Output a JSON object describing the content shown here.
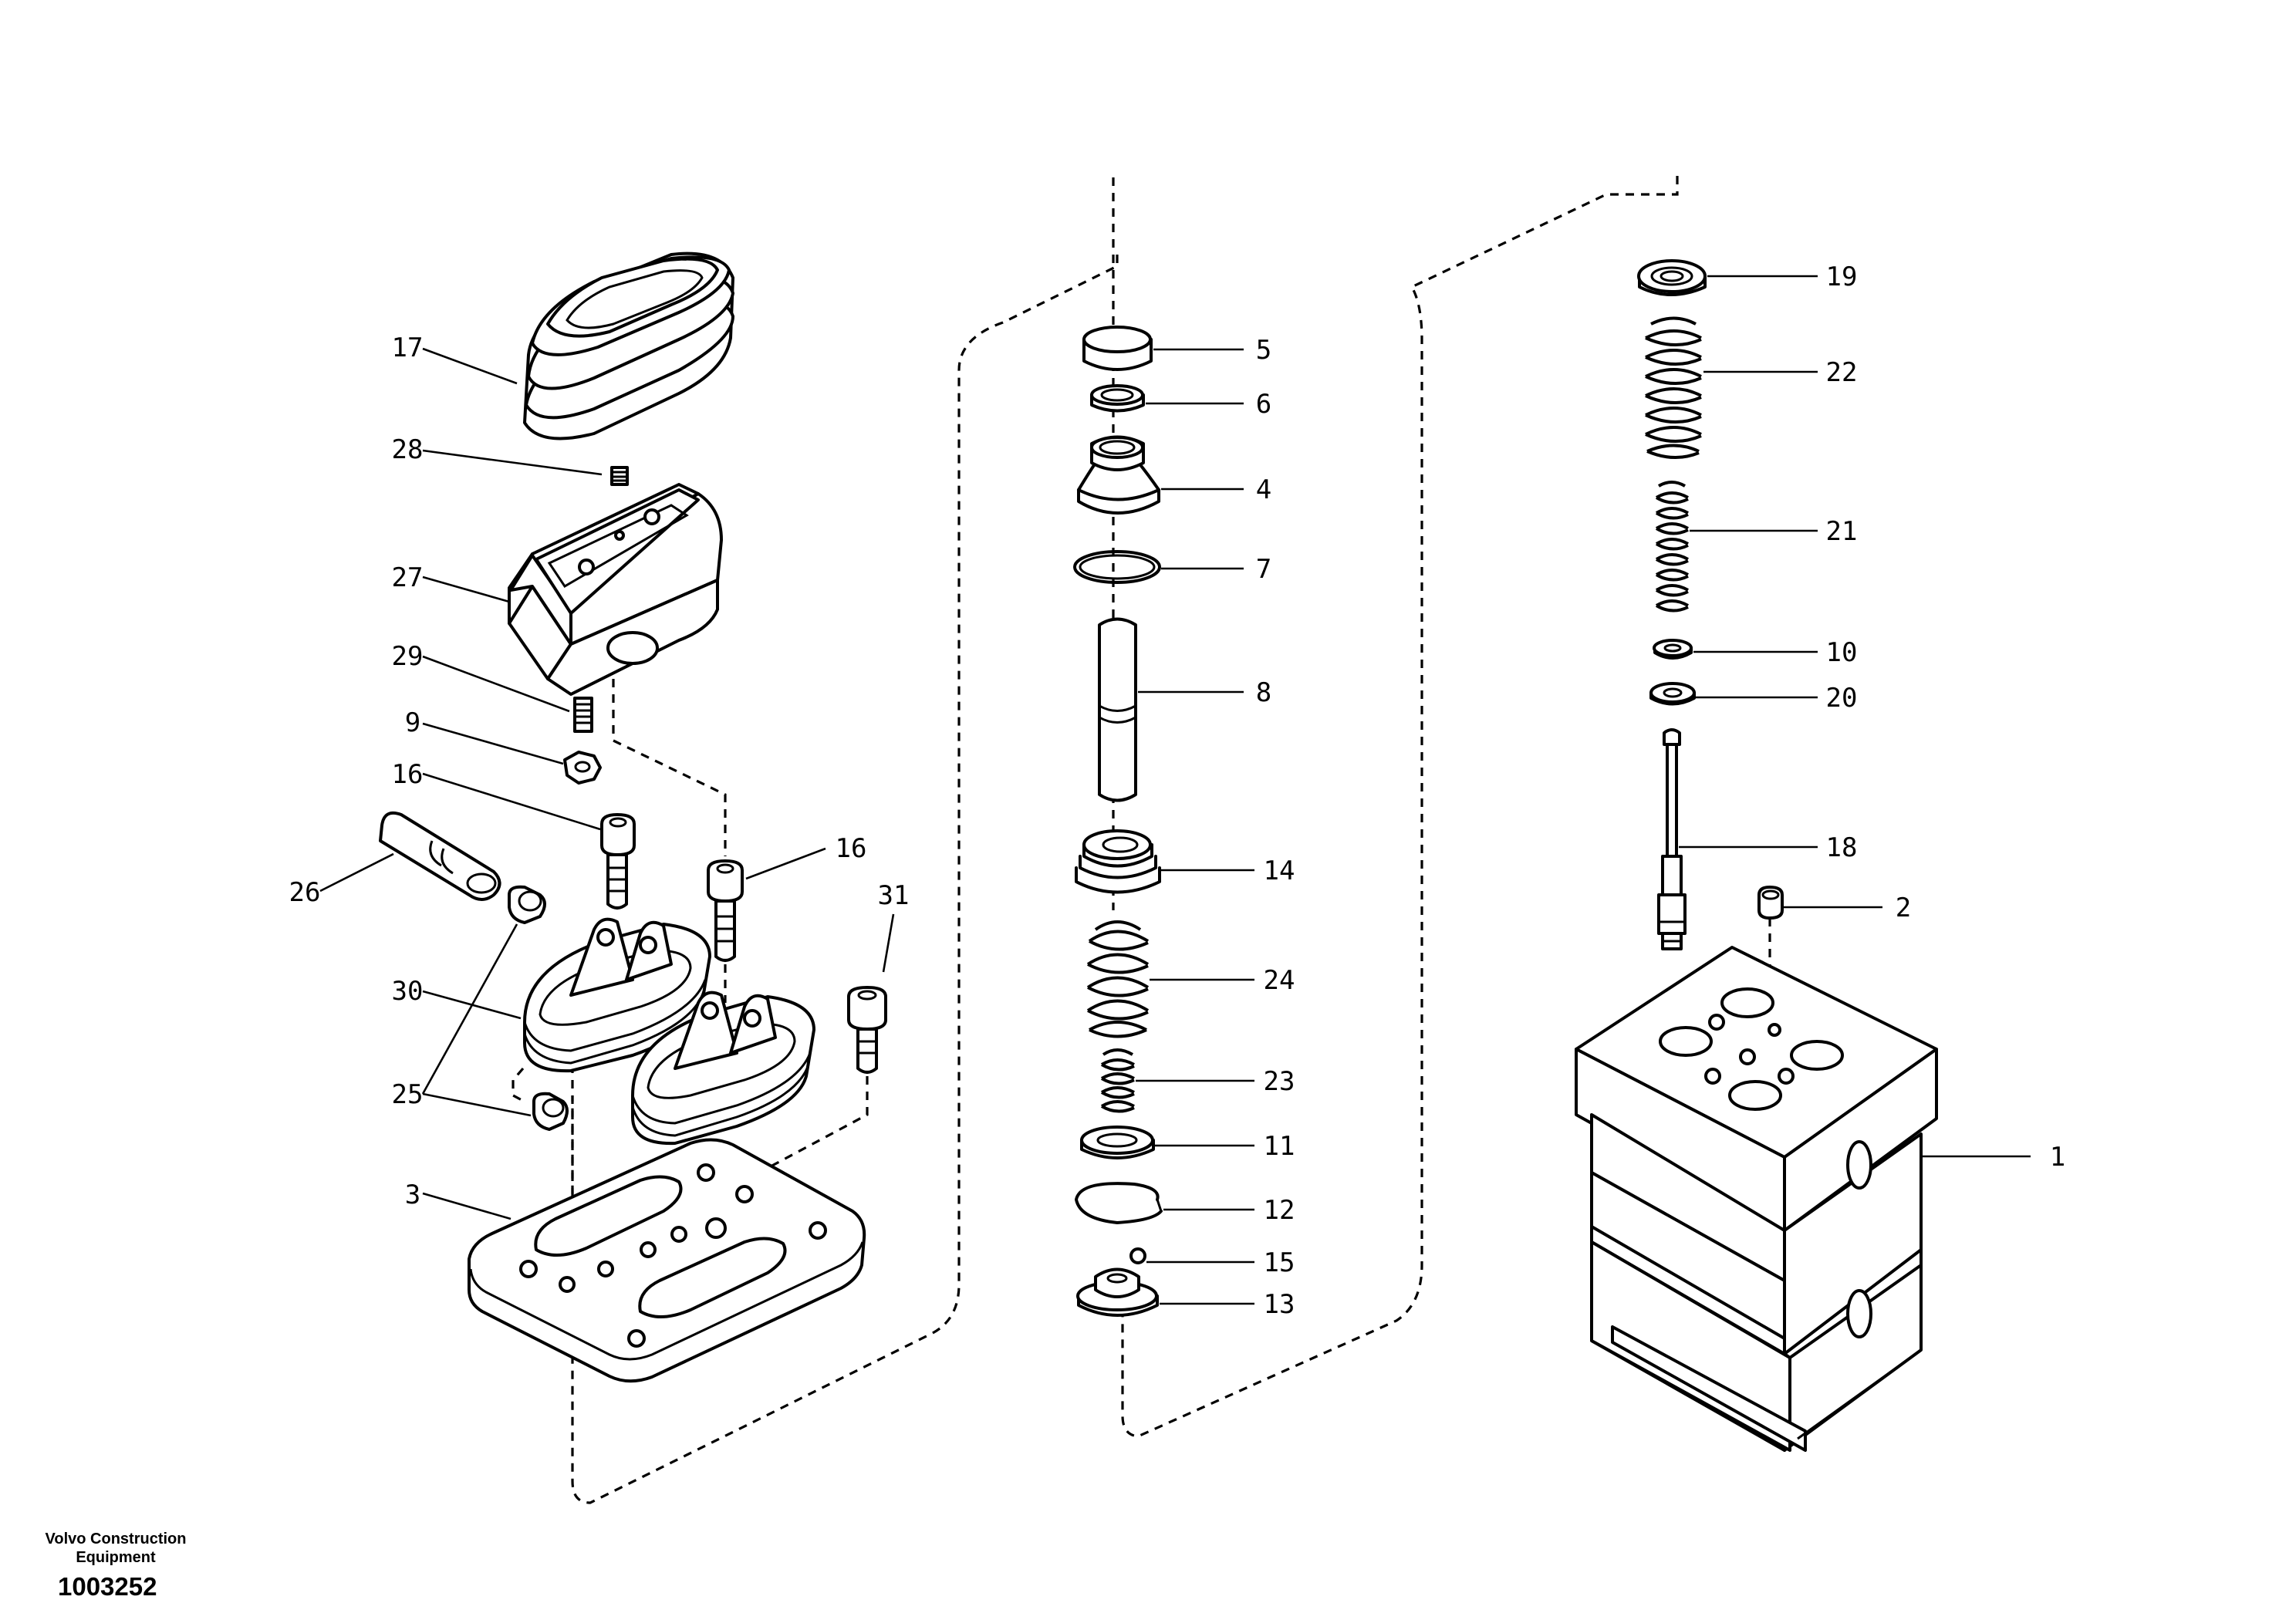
{
  "drawing": {
    "company_line1": "Volvo Construction",
    "company_line2": "Equipment",
    "figure_number": "1003252"
  },
  "callouts": [
    "1",
    "2",
    "3",
    "4",
    "5",
    "6",
    "7",
    "8",
    "9",
    "10",
    "11",
    "12",
    "13",
    "14",
    "15",
    "16",
    "16",
    "17",
    "18",
    "19",
    "20",
    "21",
    "22",
    "23",
    "24",
    "25",
    "26",
    "27",
    "28",
    "29",
    "30",
    "31"
  ]
}
